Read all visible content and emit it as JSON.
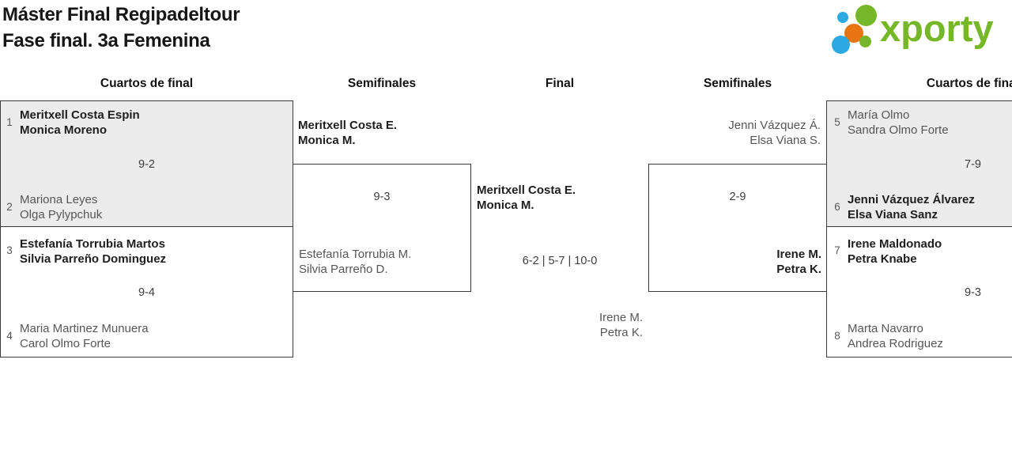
{
  "header": {
    "title_line1": "Máster Final Regipadeltour",
    "title_line2": "Fase final. 3a Femenina"
  },
  "logo": {
    "text": "xporty",
    "colors": {
      "green": "#76b729",
      "blue": "#2ba9e0",
      "orange": "#e87511"
    }
  },
  "round_headers": [
    "Cuartos de final",
    "Semifinales",
    "Final",
    "Semifinales",
    "Cuartos de final"
  ],
  "matches": {
    "qf1": {
      "seed_a": "1",
      "team_a": [
        "Meritxell Costa Espin",
        "Monica Moreno"
      ],
      "score": "9-2",
      "seed_b": "2",
      "team_b": [
        "Mariona Leyes",
        "Olga Pylypchuk"
      ],
      "winner": "a"
    },
    "qf2": {
      "seed_a": "3",
      "team_a": [
        "Estefanía Torrubia Martos",
        "Silvia Parreño Dominguez"
      ],
      "score": "9-4",
      "seed_b": "4",
      "team_b": [
        "Maria Martinez Munuera",
        "Carol Olmo Forte"
      ],
      "winner": "a"
    },
    "qf3": {
      "seed_a": "5",
      "team_a": [
        "María Olmo",
        "Sandra Olmo Forte"
      ],
      "score": "7-9",
      "seed_b": "6",
      "team_b": [
        "Jenni Vázquez Álvarez",
        "Elsa Viana Sanz"
      ],
      "winner": "b"
    },
    "qf4": {
      "seed_a": "7",
      "team_a": [
        "Irene Maldonado",
        "Petra Knabe"
      ],
      "score": "9-3",
      "seed_b": "8",
      "team_b": [
        "Marta Navarro",
        "Andrea Rodriguez"
      ],
      "winner": "a"
    },
    "sf1": {
      "team_a": [
        "Meritxell Costa E.",
        "Monica M."
      ],
      "score": "9-3",
      "team_b": [
        "Estefanía Torrubia M.",
        "Silvia Parreño D."
      ],
      "winner": "a"
    },
    "sf2": {
      "team_a": [
        "Jenni Vázquez Á.",
        "Elsa Viana S."
      ],
      "score": "2-9",
      "team_b": [
        "Irene M.",
        "Petra K."
      ],
      "winner": "b"
    },
    "final": {
      "team_a": [
        "Meritxell Costa E.",
        "Monica M."
      ],
      "score": "6-2 | 5-7 | 10-0",
      "team_b": [
        "Irene M.",
        "Petra K."
      ],
      "winner": "a"
    }
  },
  "colors": {
    "winner_text": "#1e1e1e",
    "loser_text": "#565656",
    "box_border": "#3a3a3a",
    "alt_row_bg": "#ececec"
  }
}
